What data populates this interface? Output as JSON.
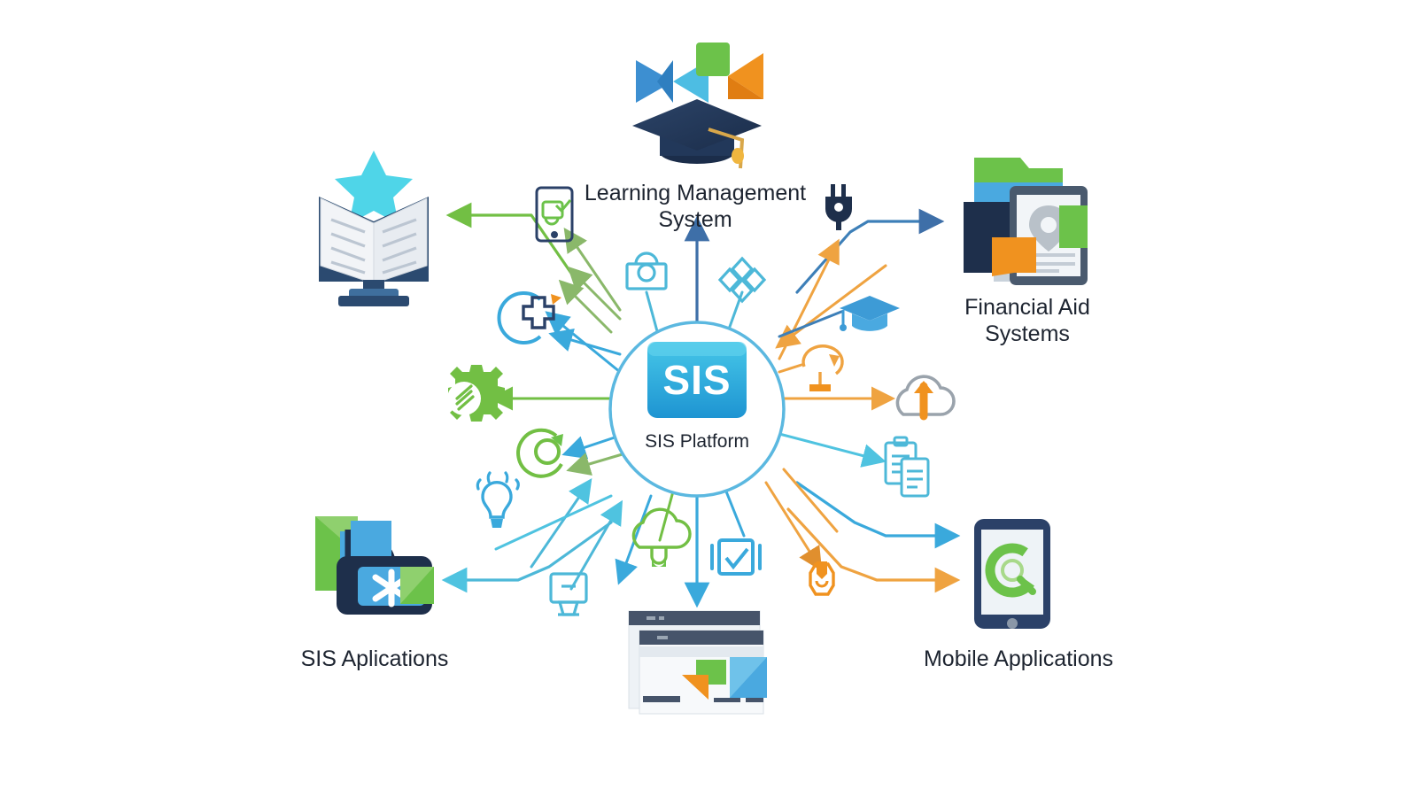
{
  "diagram": {
    "title_hub": "SIS Platform",
    "hub_badge_text": "SIS",
    "background": "#ffffff",
    "nodes": [
      {
        "id": "lms",
        "label": "Learning Management\nSystem",
        "icon": "graduation-cap-icon",
        "position": "top"
      },
      {
        "id": "financial",
        "label": "Financial Aid\nSystems",
        "icon": "documents-tablet-icon",
        "position": "top-right"
      },
      {
        "id": "mobile",
        "label": "Mobile Applications",
        "icon": "tablet-search-icon",
        "position": "bottom-right"
      },
      {
        "id": "sisapps",
        "label": "SIS Aplications",
        "icon": "padlock-blocks-icon",
        "position": "bottom-left"
      },
      {
        "id": "library",
        "label": "",
        "icon": "open-book-star-icon",
        "position": "top-left"
      },
      {
        "id": "portal",
        "label": "",
        "icon": "browser-window-icon",
        "position": "bottom"
      }
    ],
    "satellite_icons": [
      {
        "name": "tablet-mail-icon",
        "color": "#7ab648"
      },
      {
        "name": "medical-cross-icon",
        "color": "#3aa9dc"
      },
      {
        "name": "dollar-gear-icon",
        "color": "#72bf44"
      },
      {
        "name": "refresh-circle-icon",
        "color": "#72bf44"
      },
      {
        "name": "lightbulb-icon",
        "color": "#3aa9dc"
      },
      {
        "name": "printer-icon",
        "color": "#4db8d8"
      },
      {
        "name": "briefcase-icon",
        "color": "#3aa9dc"
      },
      {
        "name": "network-nodes-icon",
        "color": "#4db8d8"
      },
      {
        "name": "cloud-plug-icon",
        "color": "#72bf44"
      },
      {
        "name": "checkbox-icon",
        "color": "#3aa9dc"
      },
      {
        "name": "power-plug-icon",
        "color": "#243b5e"
      },
      {
        "name": "graduation-cap-small-icon",
        "color": "#3d9bd6"
      },
      {
        "name": "sync-arrows-icon",
        "color": "#efa341"
      },
      {
        "name": "cloud-upload-icon",
        "color": "#9aa3ac"
      },
      {
        "name": "clipboard-icon",
        "color": "#4db8d8"
      },
      {
        "name": "award-badge-icon",
        "color": "#f0921f"
      }
    ],
    "colors": {
      "accent_blue": "#3aa9dc",
      "accent_cyan": "#4fc3e0",
      "accent_green": "#72bf44",
      "accent_orange": "#efa341",
      "navy": "#243b5e",
      "hub_blue_top": "#46c7e8",
      "hub_blue_bottom": "#1e94d2",
      "text": "#1d2430",
      "ring": "#5bb8e0"
    },
    "edges": [
      {
        "from": "hub",
        "to": "library",
        "color": "#72bf44",
        "direction": "out"
      },
      {
        "from": "hub",
        "to": "lms",
        "color": "#3e6fa8",
        "direction": "out"
      },
      {
        "from": "hub",
        "to": "financial",
        "color": "#3d7fb8",
        "direction": "out"
      },
      {
        "from": "hub",
        "to": "mobile",
        "color": "#3aa9dc",
        "direction": "out"
      },
      {
        "from": "hub",
        "to": "sisapps",
        "color": "#4db8d8",
        "direction": "out"
      },
      {
        "from": "hub",
        "to": "portal",
        "color": "#3aa9dc",
        "direction": "out"
      }
    ]
  }
}
